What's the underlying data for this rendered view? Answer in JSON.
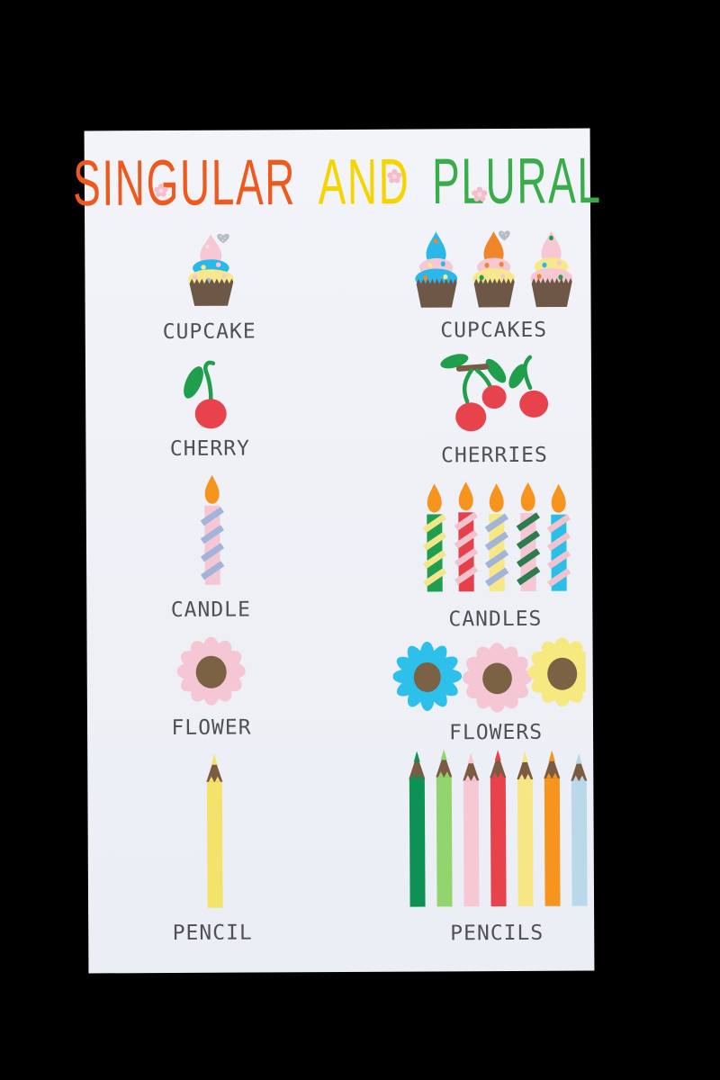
{
  "page": {
    "background_color": "#000000"
  },
  "poster": {
    "title": {
      "words": [
        {
          "text": "SINGULAR",
          "color": "#ee5a1d"
        },
        {
          "text": "AND",
          "color": "#f6d400"
        },
        {
          "text": "PLURAL",
          "color": "#3aad4b"
        }
      ],
      "accent_flower_color": "#f3bdca"
    },
    "rows": [
      {
        "name": "cupcake",
        "singular": {
          "label": "CUPCAKE",
          "count": 1
        },
        "plural": {
          "label": "CUPCAKES",
          "count": 3
        },
        "colors": {
          "cup": "#6d5847",
          "frostings": [
            "#f6c8d4",
            "#2ab7e9",
            "#f8e88d",
            "#f0862a"
          ],
          "glitter_heart": "#b7bbc4"
        }
      },
      {
        "name": "cherry",
        "singular": {
          "label": "CHERRY",
          "count": 1
        },
        "plural": {
          "label": "CHERRIES",
          "count": 3
        },
        "colors": {
          "fruit": "#e8424c",
          "leaf": "#1f9e4b",
          "twig": "#7c5b43"
        }
      },
      {
        "name": "candle",
        "singular": {
          "label": "CANDLE",
          "count": 1
        },
        "plural": {
          "label": "CANDLES",
          "count": 5
        },
        "colors": {
          "flame": "#f7941d",
          "singular_body": "#f5c6d3",
          "singular_stripe": "#a3b3d9",
          "plural_bodies": [
            "#1f9e50",
            "#e6404a",
            "#f6e884",
            "#f5c6d3",
            "#29bfe9"
          ],
          "plural_stripes": [
            "#f3e58a",
            "#f2c2ce",
            "#a3b3d9",
            "#2c7c4f",
            "#f2c2ce"
          ]
        }
      },
      {
        "name": "flower",
        "singular": {
          "label": "FLOWER",
          "count": 1
        },
        "plural": {
          "label": "FLOWERS",
          "count": 3
        },
        "colors": {
          "center": "#7b6245",
          "singular_petals": "#f5c6d3",
          "plural_petals": [
            "#2cc0ea",
            "#f5c6d3",
            "#f6e97f"
          ]
        }
      },
      {
        "name": "pencil",
        "singular": {
          "label": "PENCIL",
          "count": 1
        },
        "plural": {
          "label": "PENCILS",
          "count": 7
        },
        "colors": {
          "wood": "#7c5b43",
          "singular_body": "#f5e26b",
          "plural_bodies": [
            "#0e9155",
            "#92d56e",
            "#f6c8d4",
            "#e8424c",
            "#f6e784",
            "#f7941d",
            "#b9d9ea"
          ]
        }
      }
    ],
    "palette": {
      "page_bg": "#000000",
      "poster_bg": "#eff1f7",
      "label_color": "#4f5156",
      "title_orange": "#ee5a1d",
      "title_yellow": "#f6d400",
      "title_green": "#3aad4b",
      "accent_pink": "#f3bdca"
    }
  }
}
